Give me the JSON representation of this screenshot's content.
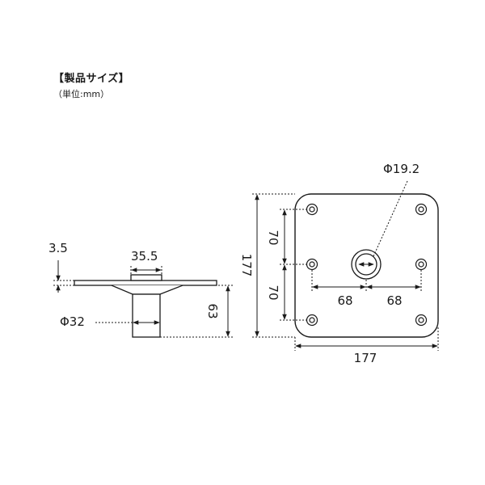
{
  "header": {
    "title": "【製品サイズ】",
    "unit_note": "（単位:mm）"
  },
  "side_view": {
    "plate_thickness": "3.5",
    "hub_width": "35.5",
    "pipe_diameter": "Φ32",
    "pipe_height": "63"
  },
  "top_view": {
    "hole_diameter": "Φ19.2",
    "outer_height": "177",
    "hole_spacing_upper": "70",
    "hole_spacing_lower": "70",
    "hole_offset_left": "68",
    "hole_offset_right": "68",
    "outer_width": "177"
  }
}
